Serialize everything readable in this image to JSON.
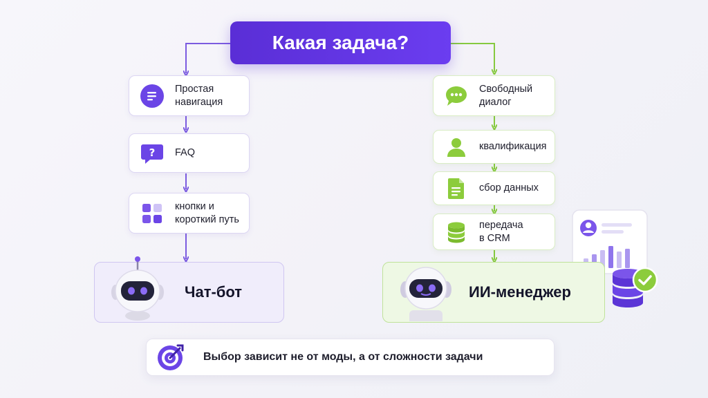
{
  "title": "Какая задача?",
  "colors": {
    "accent_purple": "#6b3df0",
    "accent_green": "#8ccc3c",
    "left_connector": "#7b5be0",
    "right_connector": "#86c93f"
  },
  "left_branch": {
    "steps": [
      {
        "label": "Простая\nнавигация",
        "icon": "document-lines-icon"
      },
      {
        "label": "FAQ",
        "icon": "question-bubble-icon"
      },
      {
        "label": "кнопки и\nкороткий путь",
        "icon": "grid-squares-icon"
      }
    ],
    "result": {
      "label": "Чат-бот",
      "icon": "robot-antenna-icon"
    }
  },
  "right_branch": {
    "steps": [
      {
        "label": "Свободный\nдиалог",
        "icon": "chat-dots-icon"
      },
      {
        "label": "квалификация",
        "icon": "user-icon"
      },
      {
        "label": "сбор данных",
        "icon": "document-icon"
      },
      {
        "label": "передача\nв CRM",
        "icon": "database-icon"
      }
    ],
    "result": {
      "label": "ИИ-менеджер",
      "icon": "robot-headset-icon"
    }
  },
  "decor": {
    "icons": [
      "analytics-card-icon",
      "database-stack-icon",
      "check-circle-icon"
    ]
  },
  "footer": {
    "text": "Выбор зависит не от моды, а от сложности задачи",
    "icon": "target-icon"
  }
}
